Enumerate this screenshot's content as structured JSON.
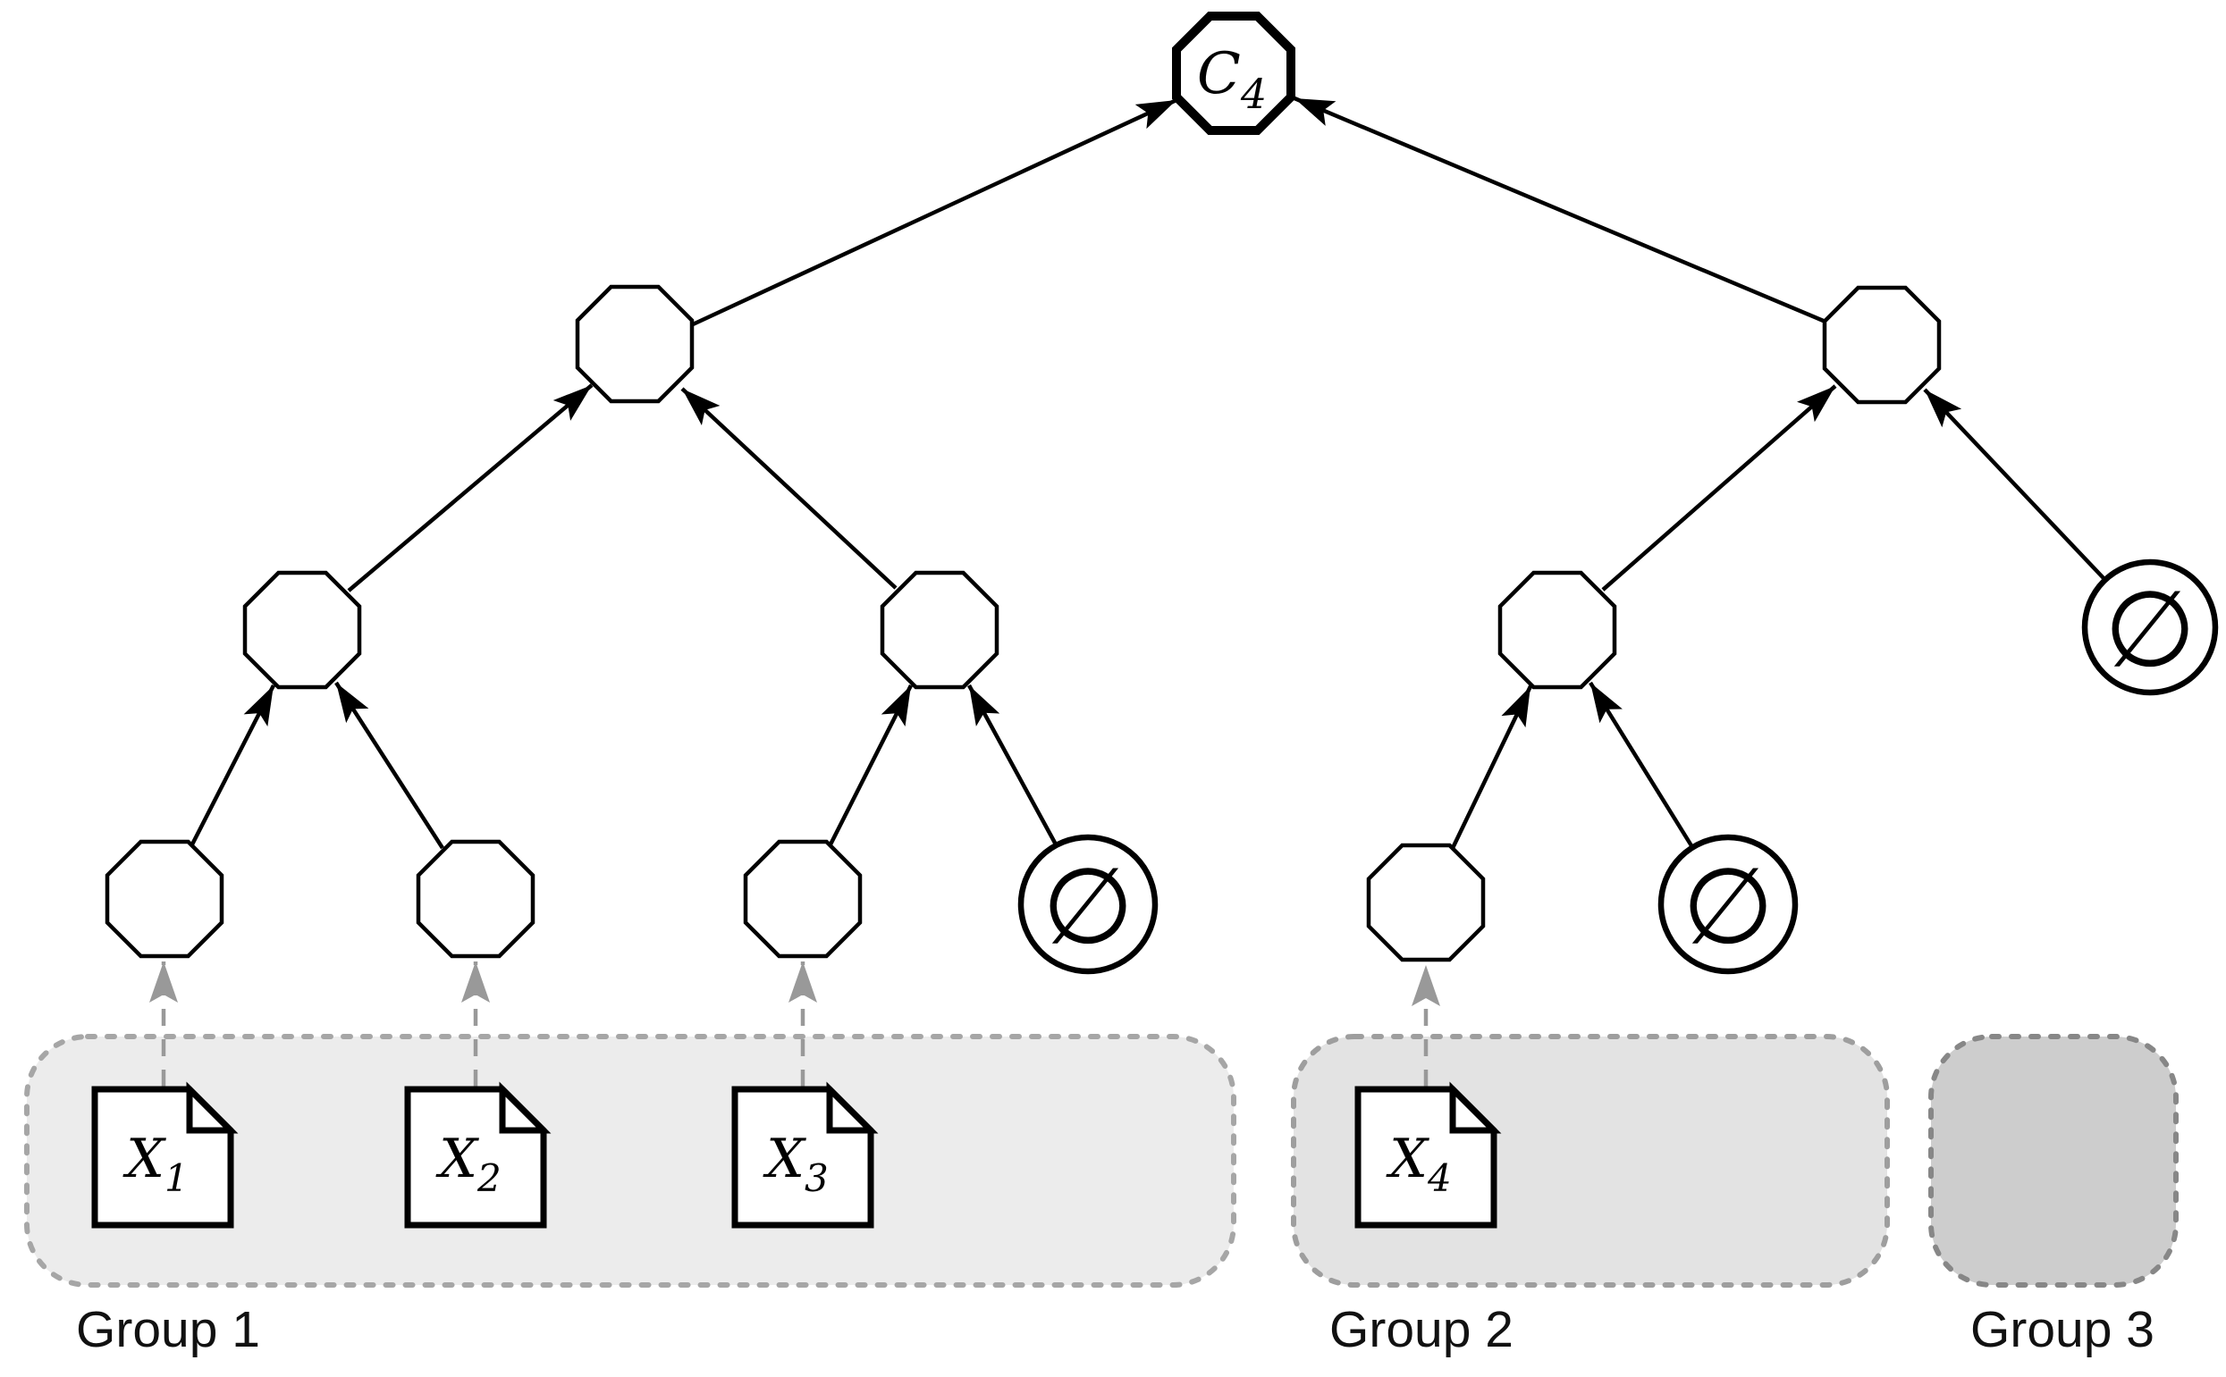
{
  "tree": {
    "root": {
      "label_main": "C",
      "label_sub": "4"
    },
    "empty_symbol": "∅",
    "structure": {
      "solid_edges_child_to_parent": [
        [
          "internal-left",
          "root"
        ],
        [
          "internal-right",
          "root"
        ],
        [
          "mid-1",
          "internal-left"
        ],
        [
          "mid-2",
          "internal-left"
        ],
        [
          "mid-3",
          "internal-right"
        ],
        [
          "empty-right",
          "internal-right"
        ],
        [
          "leaf-1",
          "mid-1"
        ],
        [
          "leaf-2",
          "mid-1"
        ],
        [
          "leaf-3",
          "mid-2"
        ],
        [
          "empty-mid",
          "mid-2"
        ],
        [
          "leaf-4",
          "mid-3"
        ],
        [
          "empty-far",
          "mid-3"
        ]
      ],
      "dashed_edges_doc_to_leaf": [
        [
          "doc-X1",
          "leaf-1"
        ],
        [
          "doc-X2",
          "leaf-2"
        ],
        [
          "doc-X3",
          "leaf-3"
        ],
        [
          "doc-X4",
          "leaf-4"
        ]
      ]
    }
  },
  "documents": [
    {
      "label_main": "X",
      "label_sub": "1"
    },
    {
      "label_main": "X",
      "label_sub": "2"
    },
    {
      "label_main": "X",
      "label_sub": "3"
    },
    {
      "label_main": "X",
      "label_sub": "4"
    }
  ],
  "groups": [
    {
      "label": "Group 1",
      "fill": "#ececec",
      "border": "#a6a6a6"
    },
    {
      "label": "Group 2",
      "fill": "#e3e3e3",
      "border": "#9e9e9e"
    },
    {
      "label": "Group 3",
      "fill": "#cdcdcd",
      "border": "#878787"
    }
  ],
  "colors": {
    "node_stroke": "#000000",
    "solid_edge": "#000000",
    "dashed_edge": "#999999",
    "label_text": "#111111",
    "background": "#ffffff"
  }
}
